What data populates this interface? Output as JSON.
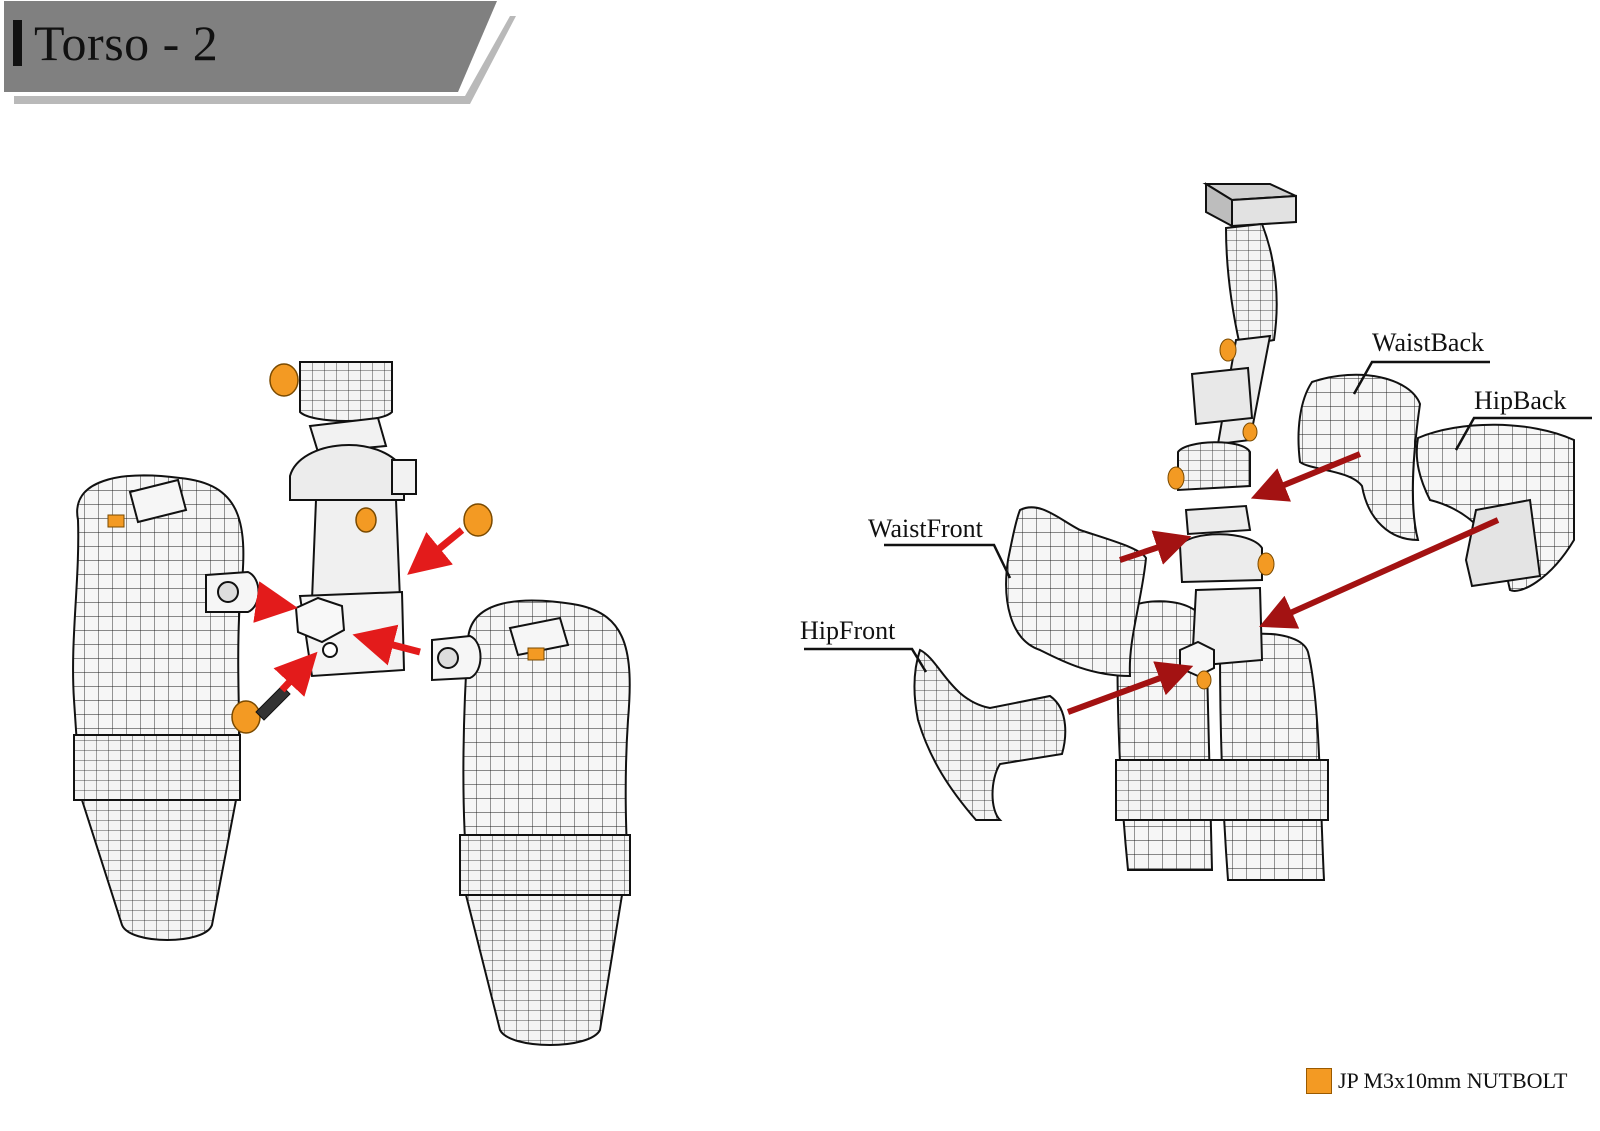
{
  "header": {
    "title": "Torso - 2"
  },
  "colors": {
    "banner": "#808080",
    "banner_stripe": "#b9b9b9",
    "bolt": "#f39a23",
    "arrow_left": "#e31b1b",
    "arrow_right": "#a31212",
    "mesh": "#1a1a1a",
    "part_fill": "#f4f4f4"
  },
  "callouts": {
    "waist_back": "WaistBack",
    "hip_back": "HipBack",
    "waist_front": "WaistFront",
    "hip_front": "HipFront"
  },
  "legend": {
    "label": "JP M3x10mm NUTBOLT",
    "swatch_color": "#f39a23",
    "icon": "bolt-swatch"
  }
}
